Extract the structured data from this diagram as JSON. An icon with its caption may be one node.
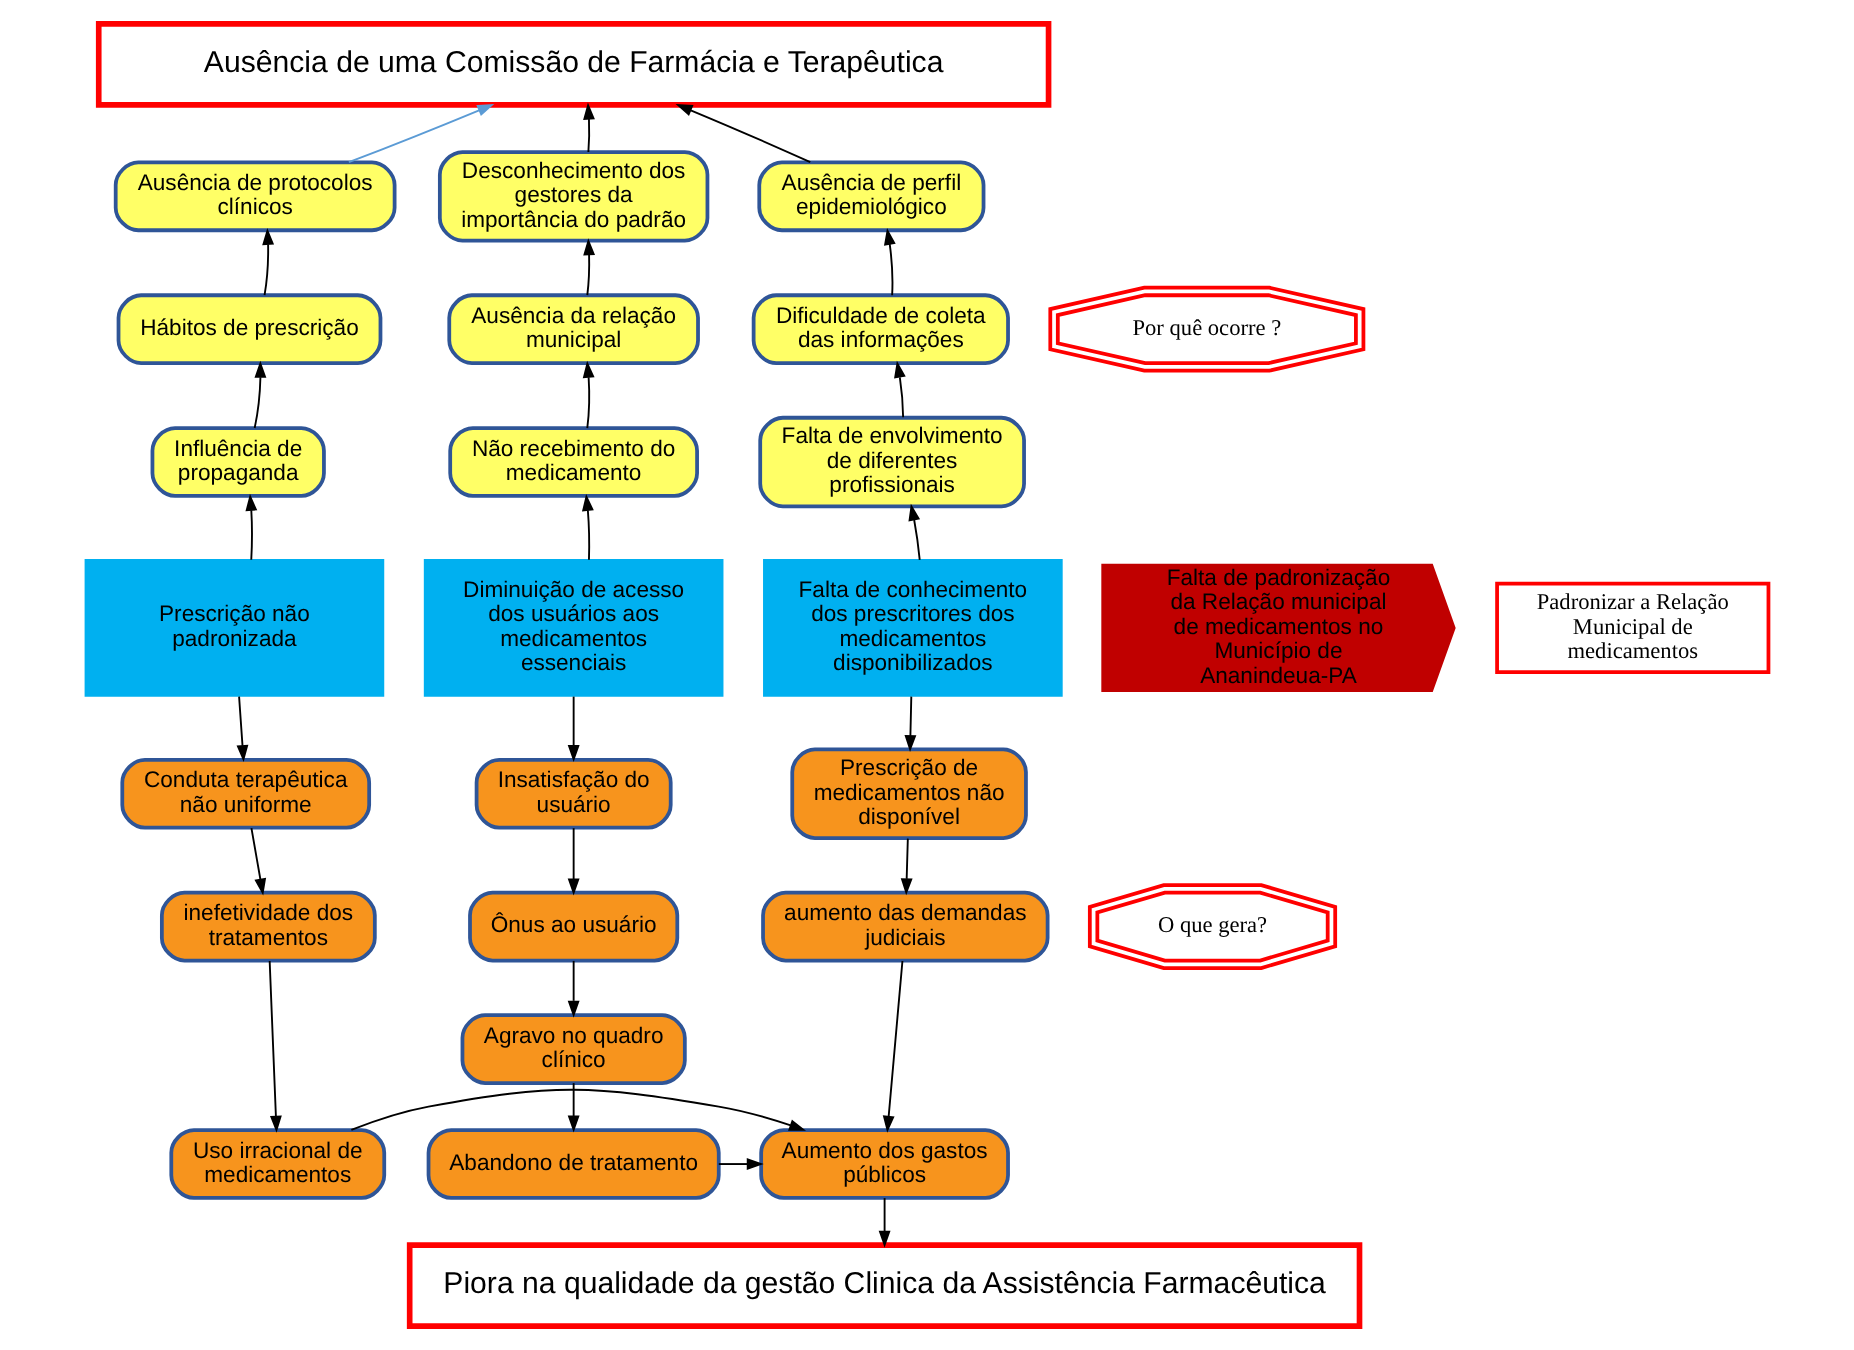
{
  "diagram": {
    "nodes": [
      {
        "text": [
          "Ausência de uma Comissão de Farmácia e Terapêutica"
        ]
      },
      {
        "text": [
          "Ausência de protocolos clínicos"
        ]
      },
      {
        "text": [
          "Ausência de perfil epidemiológico"
        ]
      },
      {
        "text": [
          "Desconhecimento dos gestores da importância do padrão"
        ]
      },
      {
        "text": [
          "Hábitos de prescrição"
        ]
      },
      {
        "text": [
          "Dificuldade de coleta das informações"
        ]
      },
      {
        "text": [
          "Ausência da relação municipal"
        ]
      },
      {
        "text": [
          "Influência de propaganda"
        ]
      },
      {
        "text": [
          "Falta de envolvimento de diferentes profissionais"
        ]
      },
      {
        "text": [
          "Não recebimento do medicamento"
        ]
      },
      {
        "text": [
          "Por quê ocorre ?"
        ]
      },
      {
        "text": [
          "Falta de padronização da Relação municipal de medicamentos no Município de Ananindeua-PA"
        ]
      },
      {
        "text": [
          "Prescrição não padronizada"
        ]
      },
      {
        "text": [
          "Falta de conhecimento dos prescritores dos medicamentos disponibilizados"
        ]
      },
      {
        "text": [
          "Diminuição de acesso dos usuários aos medicamentos essenciais"
        ]
      },
      {
        "text": [
          "Padronizar a Relação Municipal de medicamentos"
        ]
      },
      {
        "text": [
          "O que gera?"
        ]
      },
      {
        "text": [
          "Conduta terapêutica não uniforme"
        ]
      },
      {
        "text": [
          "Prescrição de medicamentos não disponível"
        ]
      },
      {
        "text": [
          "Insatisfação do usuário"
        ]
      },
      {
        "text": [
          "inefetividade dos tratamentos"
        ]
      },
      {
        "text": [
          "aumento das demandas judiciais"
        ]
      },
      {
        "text": [
          "Ônus ao usuário"
        ]
      },
      {
        "text": [
          "Agravo no quadro clínico"
        ]
      },
      {
        "text": [
          "Uso irracional de medicamentos"
        ]
      },
      {
        "text": [
          "Aumento dos gastos públicos"
        ]
      },
      {
        "text": [
          "Abandono de tratamento"
        ]
      },
      {
        "text": [
          "Piora na qualidade da gestão Clinica da Assistência Farmacêutica"
        ]
      }
    ],
    "edges": [
      {
        "from": 12,
        "to": 7,
        "arrow": "to"
      },
      {
        "from": 7,
        "to": 4,
        "arrow": "to"
      },
      {
        "from": 4,
        "to": 1,
        "arrow": "to"
      },
      {
        "from": 1,
        "to": 0,
        "arrow": "to",
        "color": "#5b9bd5"
      },
      {
        "from": 13,
        "to": 8,
        "arrow": "to"
      },
      {
        "from": 8,
        "to": 5,
        "arrow": "to"
      },
      {
        "from": 5,
        "to": 2,
        "arrow": "to"
      },
      {
        "from": 2,
        "to": 0,
        "arrow": "to"
      },
      {
        "from": 14,
        "to": 9,
        "arrow": "to"
      },
      {
        "from": 9,
        "to": 6,
        "arrow": "to"
      },
      {
        "from": 6,
        "to": 3,
        "arrow": "to"
      },
      {
        "from": 3,
        "to": 0,
        "arrow": "to"
      },
      {
        "from": 12,
        "to": 17,
        "arrow": "to"
      },
      {
        "from": 17,
        "to": 20,
        "arrow": "to"
      },
      {
        "from": 20,
        "to": 24,
        "arrow": "to"
      },
      {
        "from": 24,
        "to": 25,
        "arrow": "to"
      },
      {
        "from": 13,
        "to": 18,
        "arrow": "to"
      },
      {
        "from": 18,
        "to": 21,
        "arrow": "to"
      },
      {
        "from": 21,
        "to": 25,
        "arrow": "to"
      },
      {
        "from": 25,
        "to": 27,
        "arrow": "to"
      },
      {
        "from": 14,
        "to": 19,
        "arrow": "to"
      },
      {
        "from": 19,
        "to": 22,
        "arrow": "to"
      },
      {
        "from": 22,
        "to": 23,
        "arrow": "to"
      },
      {
        "from": 23,
        "to": 26,
        "arrow": "to"
      },
      {
        "from": 26,
        "to": 25,
        "arrow": "to"
      }
    ]
  }
}
